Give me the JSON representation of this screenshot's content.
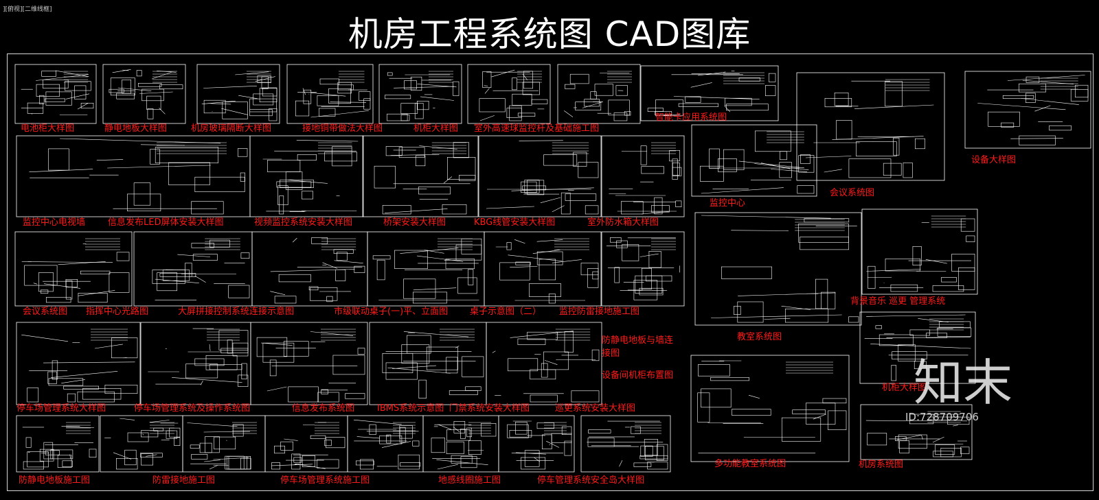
{
  "viewport": {
    "label": "][俯视][二维线框]"
  },
  "title": "机房工程系统图 CAD图库",
  "labels": [
    "电池柜大样图",
    "静电地板大样图",
    "机房玻璃隔断大样图",
    "接地铜带做法大样图",
    "机柜大样图",
    "室外高速球监控杆及基础施工图",
    "智能卡应用系统图",
    "设备大样图",
    "会议系统图",
    "监控中心",
    "监控中心电视墙",
    "信息发布LED屏体安装大样图",
    "视频监控系统安装大样图",
    "桥架安装大样图",
    "KBG线管安装大样图",
    "室外防水箱大样图",
    "会议系统图",
    "指挥中心光路图",
    "大屏拼接控制系统连接示意图",
    "市级联动桌子(一)平、立面图",
    "桌子示意图（二）",
    "监控防雷接地施工图",
    "背景音乐 巡更 管理系统",
    "教室系统图",
    "防静电地板与墙连接图",
    "设备间机柜布置图",
    "停车场管理系统大样图",
    "停车场管理系统及操作系统图",
    "信息发布系统图",
    "IBMS系统示意图",
    "门禁系统安装大样图",
    "巡更系统安装大样图",
    "机柜大样图",
    "多功能教室系统图",
    "机房系统图",
    "防静电地板施工图",
    "防雷接地施工图",
    "停车场管理系统施工图",
    "地感线圈施工图",
    "停车管理系统安全岛大样图"
  ],
  "watermark": {
    "text": "知末",
    "id": "ID:728709706"
  },
  "colors": {
    "background": "#000000",
    "line": "#ffffff",
    "label": "#ff1a1a"
  }
}
